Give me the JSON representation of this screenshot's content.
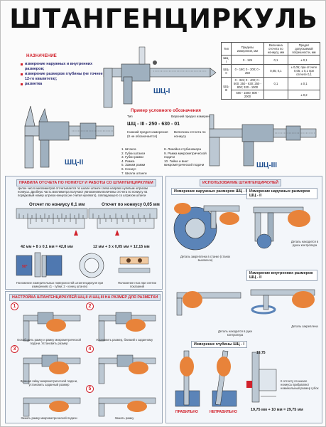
{
  "title": "ШТАНГЕНЦИРКУЛЬ",
  "purpose": {
    "heading": "НАЗНАЧЕНИЕ",
    "items": [
      "измерение наружных и внутренних размеров;",
      "измерение размеров глубины (не точнее 12-го квалитета);",
      "разметка"
    ]
  },
  "models": {
    "shc1": "ШЦ-I",
    "shc2": "ШЦ-II",
    "shc3": "ШЦ-III"
  },
  "spec_table": {
    "headers": [
      "Тип",
      "Пределы измерения, мм",
      "Величина отсчета по нониусу, мм",
      "Предел допускаемой погрешности, мм"
    ],
    "rows": [
      [
        "ШЦ-I",
        "0 - 125",
        "0,1",
        "± 0,1"
      ],
      [
        "ШЦ-II",
        "0 - 160; 0 - 200; 0 - 250",
        "0,05; 0,1",
        "± 0,05; при отсчете 0,05; ± 0,1 при отсчете 0,1"
      ],
      [
        "ШЦ-III",
        "0 - 315; 0 - 400; 0 - 500; 250 - 630; 250 - 800; 320 - 1000",
        "0,1",
        "± 0,1"
      ],
      [
        "",
        "500 - 1600; 800 - 2000",
        "",
        "± 0,2"
      ]
    ]
  },
  "designation": {
    "heading": "Пример условного обозначения",
    "code": "ШЦ - III - 250 - 630 - 01",
    "labels": {
      "type": "Тип",
      "upper_limit": "Верхний предел измерения",
      "lower_limit": "Нижний предел измерения (0 не обозначается)",
      "vernier_value": "Величина отсчета по нониусу"
    },
    "parts": [
      "1. Штанга",
      "2. Губки штанги",
      "3. Губки рамки",
      "4. Рамка",
      "5. Зажим рамки",
      "6. Нониус",
      "7. Шкала штанги",
      "8. Линейка глубиномера",
      "9. Рамка микрометрической подачи",
      "10. Гайка и винт микрометрической подачи"
    ]
  },
  "reading_rules": {
    "heading": "ПРАВИЛА ОТСЧЕТА ПО НОНИУСУ И РАБОТЫ СО ШТАНГЕНЦИРКУЛЕМ",
    "text": "Целое число миллиметров отсчитывается по шкале штанги слева направо нулевым штрихом нониуса. Дробную часть миллиметра получают умножением величины отсчета по нониусу на порядковый номер штриха нониуса (не считая нулевого), совпадающего со штрихом штанги",
    "example1_label": "Отсчет по нониусу 0,1 мм",
    "example2_label": "Отсчет по нониусу 0,05 мм",
    "example1_formula": "42 мм + 8 x 0,1 мм = 42,8 мм",
    "example2_formula": "12 мм + 3 x 0,05 мм = 12,15 мм",
    "position_caption": "Положение измерительных поверхностей штангенциркуля при измерениях (1 - губки; 2 - конец штанги)",
    "eye_caption": "Положение глаз при снятии показаний",
    "angle": "90°"
  },
  "usage": {
    "heading": "ИСПОЛЬЗОВАНИЕ ШТАНГЕНЦИРКУЛЕЙ",
    "outer_shc1": "Измерение наружных размеров ШЦ - I",
    "outer_shc2": "Измерение наружных размеров ШЦ - II",
    "inner_shc2": "Измерение внутренних размеров ШЦ - II",
    "depth_shc1": "Измерение глубины ШЦ - I",
    "detail_clamped": "Деталь закреплена в станке (станок выключен)",
    "detail_held": "Деталь находится в руках контролера",
    "detail_fixed": "Деталь закреплена",
    "detail_hand": "Деталь находится в руке контролера",
    "right": "ПРАВИЛЬНО",
    "wrong": "НЕПРАВИЛЬНО",
    "inner_note": "К отсчету по шкале нониуса прибавляют номинальный размер губок",
    "inner_formula": "19,75 мм + 10 мм = 29,75 мм",
    "depth_value": "19,75"
  },
  "marking": {
    "heading": "НАСТРОЙКА ШТАНГЕНЦИРКУЛЕЙ ШЦ-II И ШЦ-III НА РАЗМЕР ДЛЯ РАЗМЕТКИ",
    "steps": [
      {
        "num": "1",
        "caption": "Освободить рамку и рамку микрометрической подачи. Установить размер"
      },
      {
        "num": "2",
        "caption": "Установить размер, близкий к заданному"
      },
      {
        "num": "3",
        "caption": "Вращая гайку микрометрической подачи, установить заданный размер"
      },
      {
        "num": "4",
        "caption": "Зажать рамку микрометрической подачи"
      },
      {
        "num": "5",
        "caption": "Зажать рамку"
      }
    ]
  },
  "colors": {
    "accent": "#d1212b",
    "steel": "#a9b7c4",
    "hand": "#e8833a",
    "panel": "#f3f6fa"
  }
}
